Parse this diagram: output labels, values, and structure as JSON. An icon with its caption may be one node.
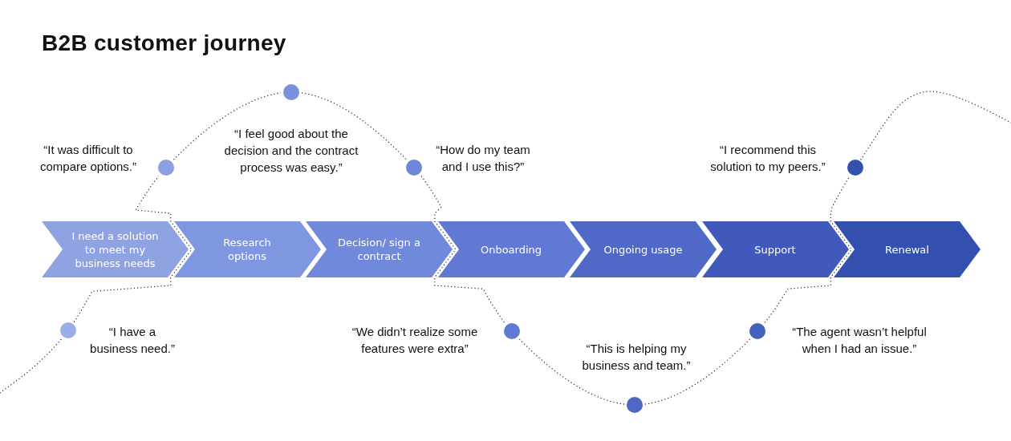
{
  "diagram": {
    "title": "B2B customer journey",
    "nodes": [
      {
        "text": [
          "I need a solution to meet my business needs"
        ]
      },
      {
        "text": [
          "Research options"
        ]
      },
      {
        "text": [
          "Decision/ sign a contract"
        ]
      },
      {
        "text": [
          "Onboarding"
        ]
      },
      {
        "text": [
          "Ongoing usage"
        ]
      },
      {
        "text": [
          "Support"
        ]
      },
      {
        "text": [
          "Renewal"
        ]
      },
      {
        "text": [],
        "shape": "circle",
        "beside": [
          "“I have a business need.”"
        ]
      },
      {
        "text": [],
        "shape": "circle",
        "beside": [
          "“It was difficult to compare options.”"
        ]
      },
      {
        "text": [],
        "shape": "circle",
        "beside": [
          "“I feel good about the decision and the contract process was easy.”"
        ]
      },
      {
        "text": [],
        "shape": "circle",
        "beside": [
          "“How do my team and I use this?”"
        ]
      },
      {
        "text": [],
        "shape": "circle",
        "beside": [
          "“We didn’t realize some features were extra”"
        ]
      },
      {
        "text": [],
        "shape": "circle",
        "beside": [
          "“This is helping my business and team.”"
        ]
      },
      {
        "text": [],
        "shape": "circle",
        "beside": [
          "“The agent wasn’t helpful when I had an issue.”"
        ]
      },
      {
        "text": [],
        "shape": "circle",
        "beside": [
          "“I recommend this solution to my peers.”"
        ]
      }
    ],
    "edges": [
      {
        "from": null,
        "to": 7,
        "arrow": "none",
        "style": "dashed"
      },
      {
        "from": 7,
        "to": 8,
        "arrow": "none",
        "style": "dashed"
      },
      {
        "from": 8,
        "to": 9,
        "arrow": "none",
        "style": "dashed"
      },
      {
        "from": 9,
        "to": 10,
        "arrow": "none",
        "style": "dashed"
      },
      {
        "from": 10,
        "to": 11,
        "arrow": "none",
        "style": "dashed"
      },
      {
        "from": 11,
        "to": 12,
        "arrow": "none",
        "style": "dashed"
      },
      {
        "from": 12,
        "to": 13,
        "arrow": "none",
        "style": "dashed"
      },
      {
        "from": 13,
        "to": 14,
        "arrow": "none",
        "style": "dashed"
      },
      {
        "from": 14,
        "to": null,
        "arrow": "none",
        "style": "dashed"
      }
    ]
  }
}
